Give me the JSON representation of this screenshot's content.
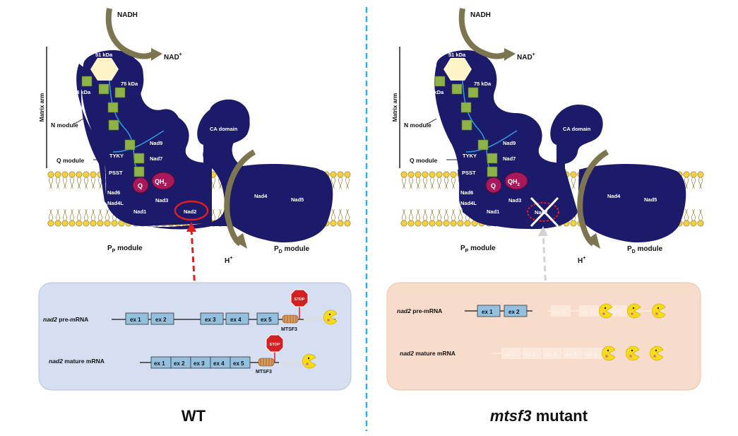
{
  "left": {
    "nadh": "NADH",
    "nad_plus": "NAD",
    "nad_plus_sup": "+",
    "kda51": "51 kDa",
    "kda24": "24 kDa",
    "kda75": "75 kDa",
    "matrix_arm": "Matrix arm",
    "n_module": "N module",
    "q_module": "Q module",
    "ca_domain": "CA domain",
    "nad9": "Nad9",
    "nad7": "Nad7",
    "tyky": "TYKY",
    "psst": "PSST",
    "q": "Q",
    "qh": "QH",
    "qh_sub": "2",
    "nad6": "Nad6",
    "nad4l": "Nad4L",
    "nad3": "Nad3",
    "nad1": "Nad1",
    "nad2": "Nad2",
    "nad4": "Nad4",
    "nad5": "Nad5",
    "pp_module": "P",
    "pp_sub": "P",
    "pp_tail": " module",
    "pd_module": "P",
    "pd_sub": "D",
    "pd_tail": " module",
    "hplus": "H",
    "hplus_sup": "+",
    "pre_mrna_italic": "nad2",
    "pre_mrna_rest": " pre-mRNA",
    "mature_italic": "nad2",
    "mature_rest": " mature mRNA",
    "exons_pre": [
      "ex 1",
      "ex 2",
      "ex 3",
      "ex 4",
      "ex 5"
    ],
    "exons_mature": [
      "ex 1",
      "ex 2",
      "ex 3",
      "ex 4",
      "ex 5"
    ],
    "stop": "STOP",
    "mtsf3": "MTSF3",
    "caption": "WT"
  },
  "right": {
    "nadh": "NADH",
    "nad_plus": "NAD",
    "nad_plus_sup": "+",
    "kda51": "51 kDa",
    "kda24": "24 kDa",
    "kda75": "75 kDa",
    "matrix_arm": "Matrix arm",
    "n_module": "N module",
    "q_module": "Q module",
    "ca_domain": "CA domain",
    "nad9": "Nad9",
    "nad7": "Nad7",
    "tyky": "TYKY",
    "psst": "PSST",
    "q": "Q",
    "qh": "QH",
    "qh_sub": "2",
    "nad6": "Nad6",
    "nad4l": "Nad4L",
    "nad3": "Nad3",
    "nad1": "Nad1",
    "nad2": "Nad2",
    "nad4": "Nad4",
    "nad5": "Nad5",
    "pp_module": "P",
    "pp_sub": "P",
    "pp_tail": " module",
    "pd_module": "P",
    "pd_sub": "D",
    "pd_tail": " module",
    "hplus": "H",
    "hplus_sup": "+",
    "pre_mrna_italic": "nad2",
    "pre_mrna_rest": " pre-mRNA",
    "mature_italic": "nad2",
    "mature_rest": " mature mRNA",
    "exons_pre": [
      "ex 1",
      "ex 2",
      "ex 3",
      "ex 4",
      "ex 5"
    ],
    "exons_mature": [
      "ex 1",
      "ex 2",
      "ex 3",
      "ex 4",
      "ex 5"
    ],
    "caption_italic": "mtsf3",
    "caption_rest": " mutant"
  },
  "colors": {
    "complex": "#1b1a6b",
    "membrane_head": "#f3cf45",
    "fe_s_cluster": "#8db246",
    "flavin": "#fff4c8",
    "quinone": "#a8185a",
    "arrow": "#7d7550",
    "wt_box": "#d6dff1",
    "mutant_box": "#f8dccb",
    "exon": "#93c0de",
    "divider": "#2bb0e8",
    "wt_arrow": "#e21d1d",
    "mutant_arrow": "#d2d2d2"
  }
}
